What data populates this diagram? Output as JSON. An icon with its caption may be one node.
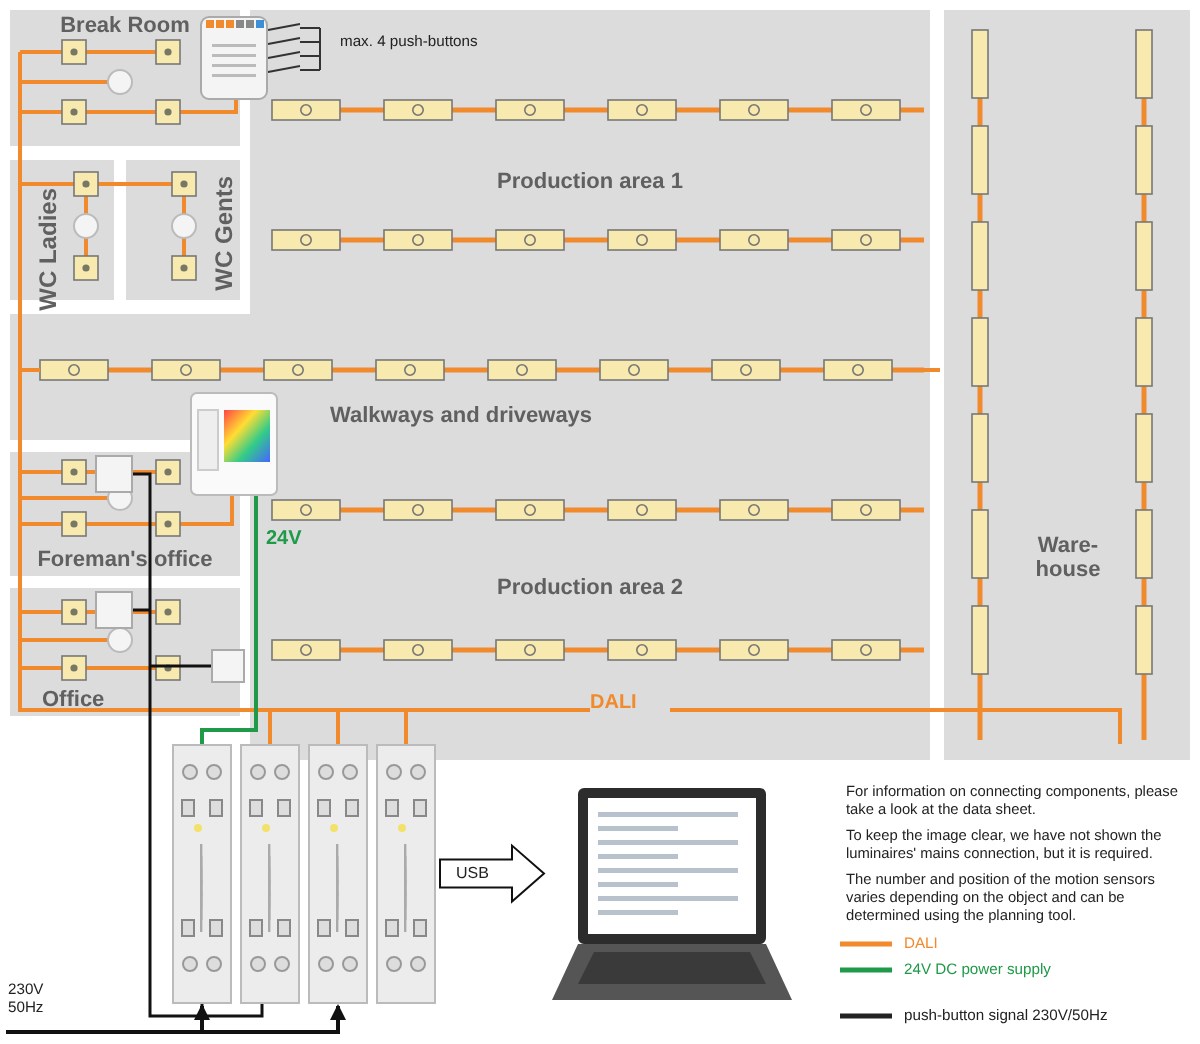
{
  "diagram": {
    "nodes": [
      {
        "text": [
          "Break Room"
        ]
      },
      {
        "text": [],
        "shape": "box"
      },
      {
        "text": [
          "WC Ladies"
        ]
      },
      {
        "text": [
          "WC Gents"
        ]
      },
      {
        "text": [
          "Production area 1"
        ]
      },
      {
        "text": [
          "Walkways and driveways"
        ]
      },
      {
        "text": [],
        "shape": "picture"
      },
      {
        "text": [
          "Foreman's office"
        ]
      },
      {
        "text": [
          "Office"
        ]
      },
      {
        "text": [
          "Production area 2"
        ]
      },
      {
        "text": [
          "Ware-house"
        ]
      },
      {
        "text": [],
        "shape": "box"
      },
      {
        "text": [],
        "shape": "box"
      },
      {
        "text": [],
        "shape": "box"
      },
      {
        "text": [],
        "shape": "box"
      },
      {
        "text": [],
        "shape": "picture"
      }
    ],
    "edges": [
      {
        "from": 6,
        "to": 11,
        "arrow": "none",
        "label": "24V",
        "color": "#1e9a48"
      },
      {
        "from": 14,
        "to": 15,
        "arrow": "to",
        "label": "USB"
      },
      {
        "from": null,
        "to": 11,
        "arrow": "to"
      },
      {
        "from": null,
        "to": 13,
        "arrow": "to"
      }
    ],
    "labels": [
      "max. 4 push-buttons",
      "DALI",
      "230V 50Hz",
      "For information on connecting components, please take a look at the data sheet.",
      "To keep the image clear, we have not shown the luminaires' mains connection, but it is required.",
      "The number and position of the motion sensors varies depending on the object and can be determined using the planning tool."
    ],
    "legend": [
      {
        "text": "DALI"
      },
      {
        "text": "24V DC power supply"
      },
      {
        "text": "push-button signal 230V/50Hz"
      }
    ]
  }
}
